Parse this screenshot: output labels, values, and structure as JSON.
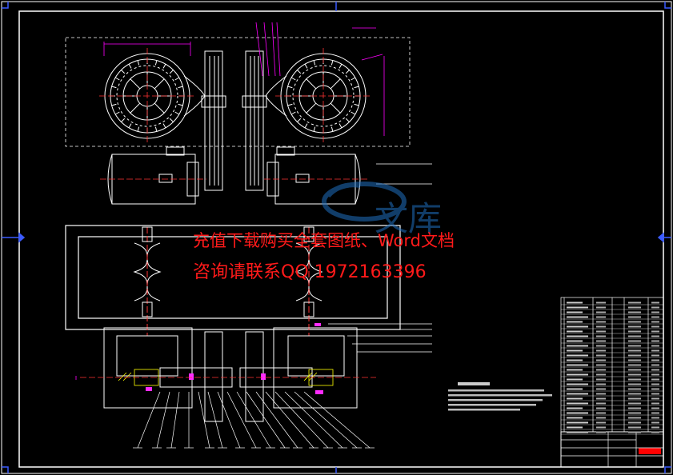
{
  "watermark": {
    "line1": "充值下载购买全套图纸、Word文档",
    "line2": "咨询请联系QQ 1972163396",
    "logo_text": "文库",
    "color": "#ff1a1a"
  },
  "colors": {
    "background": "#000000",
    "outline": "#ffffff",
    "dimension": "#ff00ff",
    "center": "#ff3333",
    "section": "#ffff00",
    "hatch": "#00ffff",
    "tech_notes": "#ffffff"
  }
}
